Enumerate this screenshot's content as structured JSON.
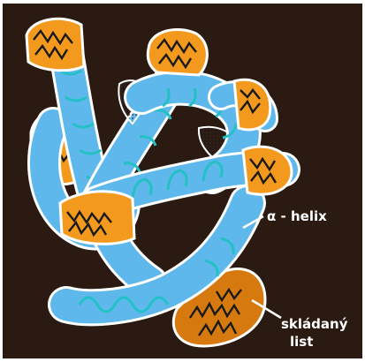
{
  "image": {
    "background_color": "#2a1a12",
    "frame_color": "#ffffff"
  },
  "colors": {
    "helix_fill": "#5fb8ec",
    "helix_stripe": "#2a8fcf",
    "helix_wave": "#23c0c6",
    "sheet_fill": "#f39a1e",
    "sheet_dark": "#d67a10",
    "outline": "#ffffff",
    "zigzag": "#1a1a1a",
    "dots": "#2a2a2a"
  },
  "annotations": {
    "helix_label": "α - helix",
    "sheet_label_line1": "skládaný",
    "sheet_label_line2": "list"
  }
}
